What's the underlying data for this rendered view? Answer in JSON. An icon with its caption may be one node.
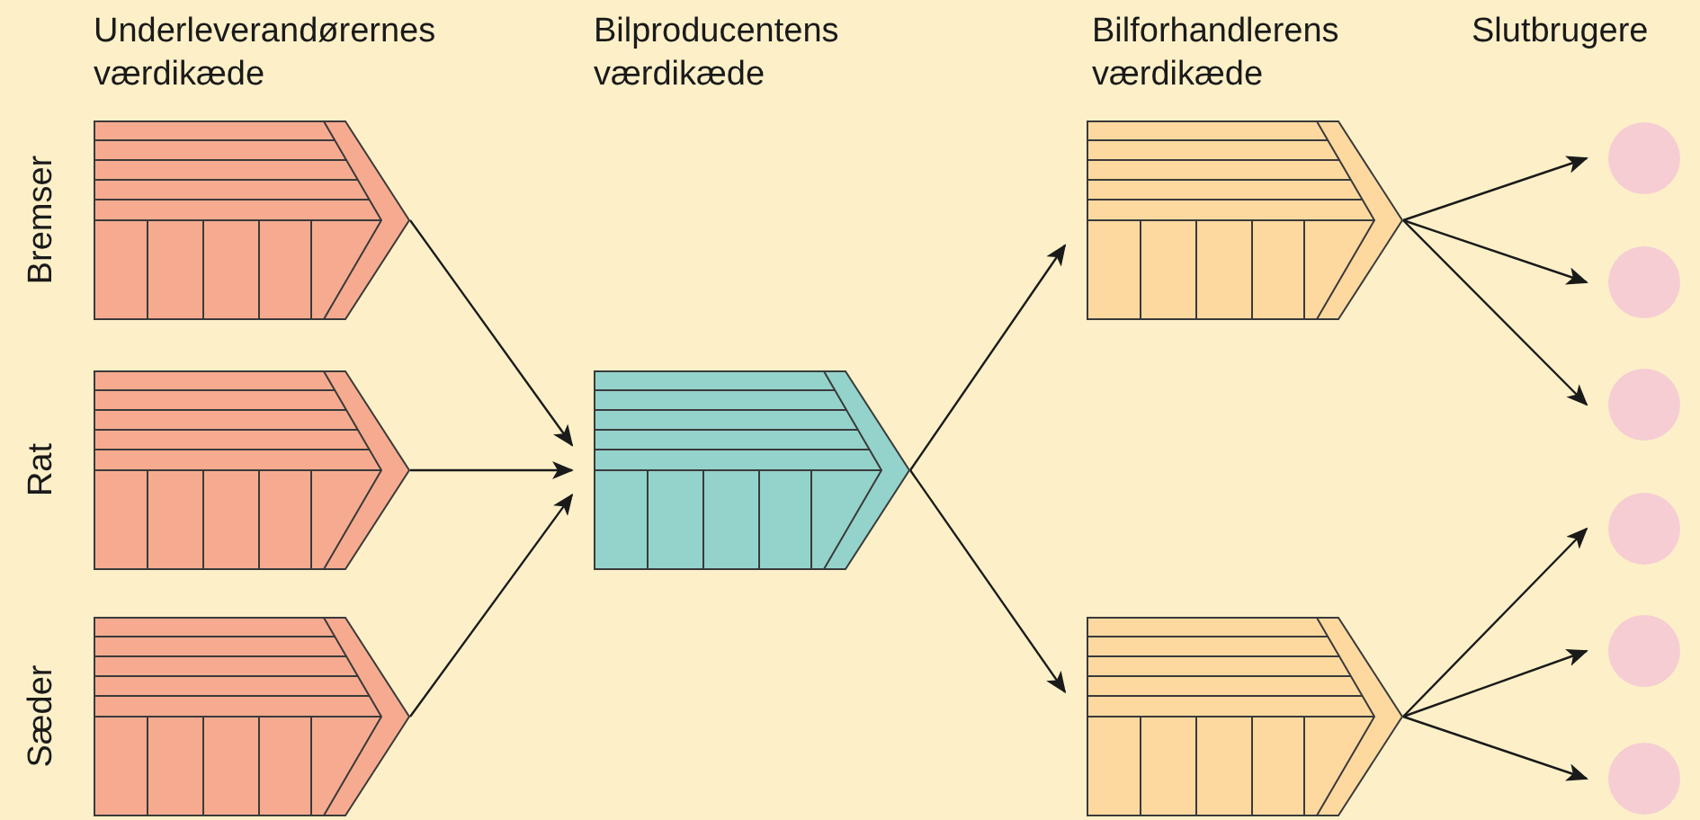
{
  "diagram": {
    "nodes": [
      {
        "text": [
          "Bremser"
        ]
      },
      {
        "text": [
          "Rat"
        ]
      },
      {
        "text": [
          "Sæder"
        ]
      },
      {
        "text": [],
        "shape": "box"
      },
      {
        "text": [],
        "shape": "box"
      },
      {
        "text": [],
        "shape": "box"
      },
      {
        "text": [],
        "shape": "circle"
      },
      {
        "text": [],
        "shape": "circle"
      },
      {
        "text": [],
        "shape": "circle"
      },
      {
        "text": [],
        "shape": "circle"
      },
      {
        "text": [],
        "shape": "circle"
      },
      {
        "text": [],
        "shape": "circle"
      }
    ],
    "edges": [
      {
        "from": 0,
        "to": 3,
        "arrow": "to"
      },
      {
        "from": 1,
        "to": 3,
        "arrow": "to"
      },
      {
        "from": 2,
        "to": 3,
        "arrow": "to"
      },
      {
        "from": 3,
        "to": 4,
        "arrow": "to"
      },
      {
        "from": 3,
        "to": 5,
        "arrow": "to"
      },
      {
        "from": 4,
        "to": 6,
        "arrow": "to"
      },
      {
        "from": 4,
        "to": 7,
        "arrow": "to"
      },
      {
        "from": 4,
        "to": 8,
        "arrow": "to"
      },
      {
        "from": 5,
        "to": 9,
        "arrow": "to"
      },
      {
        "from": 5,
        "to": 10,
        "arrow": "to"
      },
      {
        "from": 5,
        "to": 11,
        "arrow": "to"
      }
    ],
    "labels": [
      "Underleverandørernes værdikæde",
      "Bilproducentens værdikæde",
      "Bilforhandlerens værdikæde",
      "Slutbrugere"
    ]
  }
}
